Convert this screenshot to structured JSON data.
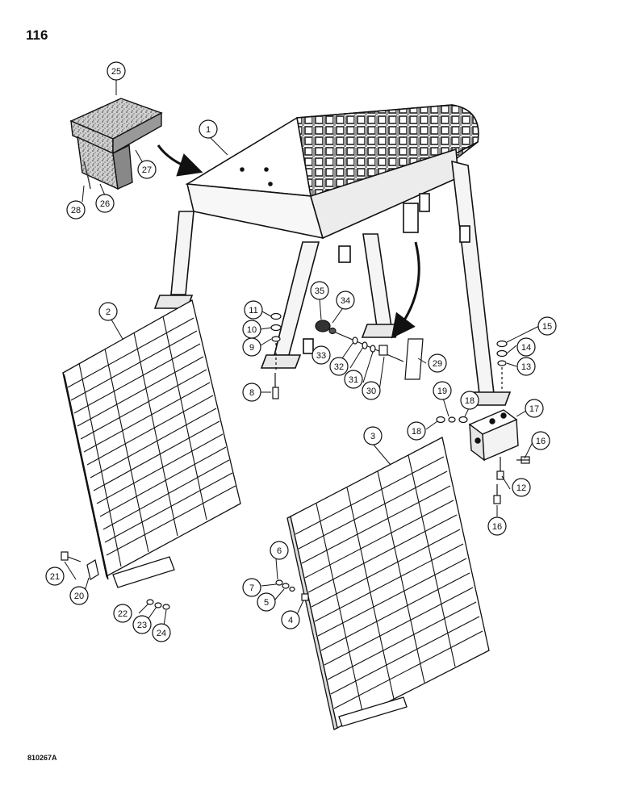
{
  "page": {
    "number": "116",
    "drawing_code": "810267A"
  },
  "callouts": [
    "1",
    "2",
    "3",
    "4",
    "5",
    "6",
    "7",
    "8",
    "9",
    "10",
    "11",
    "12",
    "13",
    "14",
    "15",
    "16",
    "16",
    "17",
    "18",
    "18",
    "19",
    "20",
    "21",
    "22",
    "23",
    "24",
    "25",
    "26",
    "27",
    "28",
    "29",
    "30",
    "31",
    "32",
    "33",
    "34",
    "35"
  ]
}
